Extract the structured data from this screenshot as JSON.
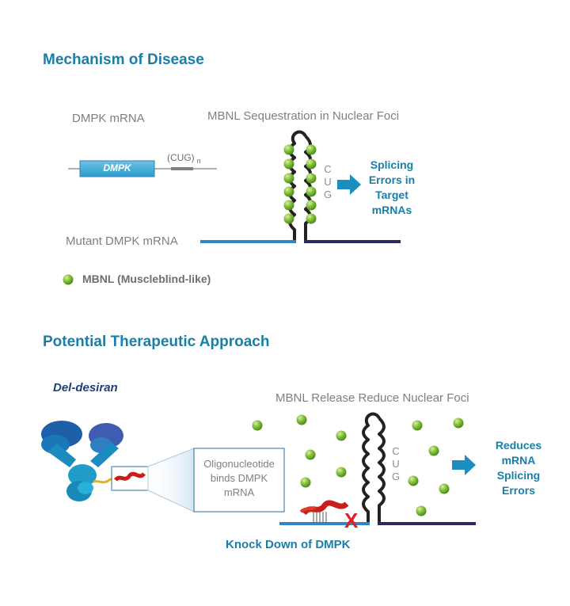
{
  "mechanism": {
    "title": "Mechanism of Disease",
    "dmpk_mrna_label": "DMPK mRNA",
    "dmpk_box_label": "DMPK",
    "cug_label": "(CUG)",
    "cug_subscript": "n",
    "sequestration_label": "MBNL Sequestration in Nuclear Foci",
    "cug_letters": [
      "C",
      "U",
      "G"
    ],
    "outcome_lines": [
      "Splicing",
      "Errors in",
      "Target",
      "mRNAs"
    ],
    "mutant_label": "Mutant DMPK mRNA",
    "legend_label": "MBNL (Muscleblind-like)"
  },
  "therapy": {
    "title": "Potential Therapeutic Approach",
    "drug_name": "Del-desiran",
    "oligo_lines": [
      "Oligonucleotide",
      "binds DMPK",
      "mRNA"
    ],
    "release_label": "MBNL Release Reduce Nuclear Foci",
    "cug_letters": [
      "C",
      "U",
      "G"
    ],
    "outcome_lines": [
      "Reduces",
      "mRNA",
      "Splicing",
      "Errors"
    ],
    "knockdown_label": "Knock Down of DMPK",
    "x_mark": "X"
  },
  "colors": {
    "accent_blue": "#1a7fa8",
    "mbnl_green": "#7db83a",
    "arrow_blue": "#1a8fbf",
    "x_red": "#e02020",
    "mrna_blue": "#2e86c8",
    "mrna_dark": "#2b2a5e"
  },
  "icons": [
    "mbnl-ball-icon",
    "right-arrow-icon",
    "antibody-icon",
    "knockdown-x-icon"
  ]
}
